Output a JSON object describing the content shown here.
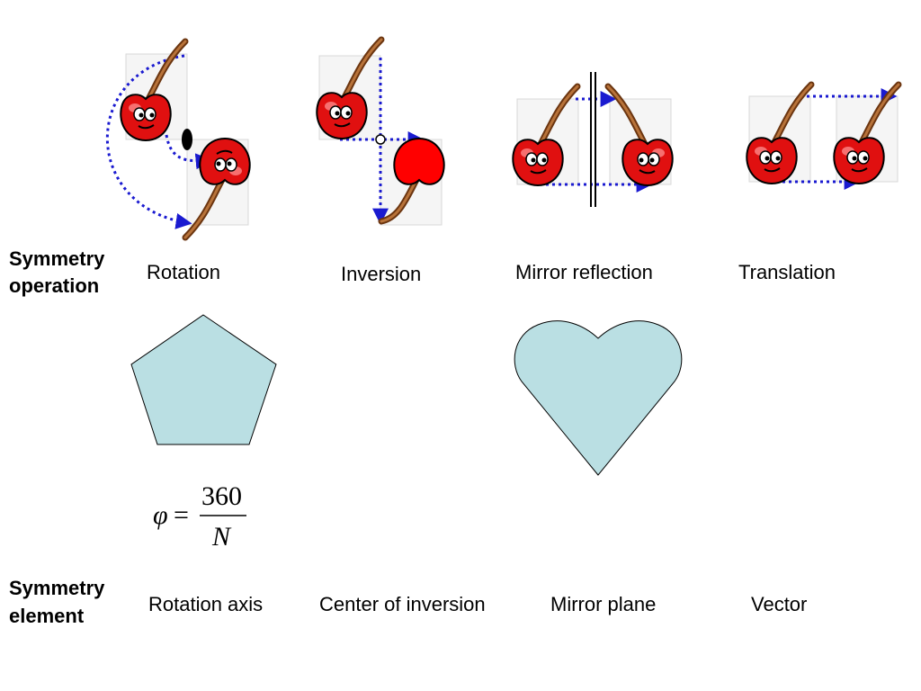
{
  "row_headers": {
    "operation": [
      "Symmetry",
      "operation"
    ],
    "element": [
      "Symmetry",
      "element"
    ]
  },
  "operations": [
    "Rotation",
    "Inversion",
    "Mirror reflection",
    "Translation"
  ],
  "elements": [
    "Rotation axis",
    "Center of inversion",
    "Mirror plane",
    "Vector"
  ],
  "formula": {
    "lhs": "φ",
    "eq": "=",
    "numerator": "360",
    "denominator": "N"
  },
  "colors": {
    "arrow": "#1a1ad0",
    "cherry": "#e01010",
    "stem": "#8a4a1a",
    "shape_fill": "#badfe3",
    "card_bg": "#f5f5f5"
  },
  "icons": [
    "cherry-icon",
    "pentagon-shape",
    "heart-shape",
    "rotation-axis-ellipse",
    "inversion-center-dot",
    "mirror-plane-line"
  ]
}
